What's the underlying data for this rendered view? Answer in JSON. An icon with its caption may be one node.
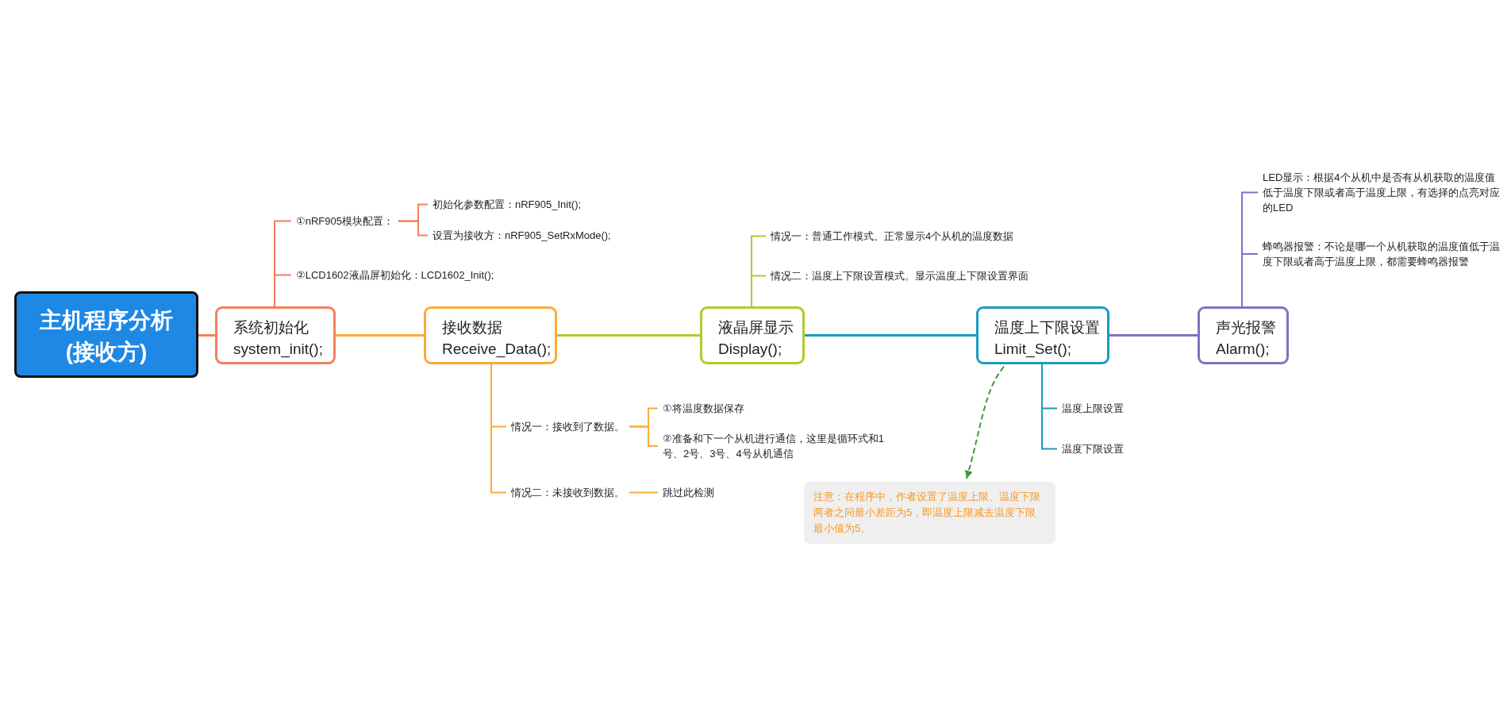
{
  "diagram": {
    "nodes": [
      {
        "text": [
          "主机程序分析(接收方)"
        ]
      },
      {
        "text": [
          "系统初始化",
          "system_init();"
        ]
      },
      {
        "text": [
          "接收数据",
          "Receive_Data();"
        ]
      },
      {
        "text": [
          "液晶屏显示",
          "Display();"
        ]
      },
      {
        "text": [
          "温度上下限设置",
          "Limit_Set();"
        ]
      },
      {
        "text": [
          "声光报警",
          "Alarm();"
        ]
      },
      {
        "text": [
          "①nRF905模块配置："
        ]
      },
      {
        "text": [
          "初始化参数配置：nRF905_Init();"
        ]
      },
      {
        "text": [
          "设置为接收方：nRF905_SetRxMode();"
        ]
      },
      {
        "text": [
          "②LCD1602液晶屏初始化：LCD1602_Init();"
        ]
      },
      {
        "text": [
          "情况一：接收到了数据。"
        ]
      },
      {
        "text": [
          "①将温度数据保存"
        ]
      },
      {
        "text": [
          "②准备和下一个从机进行通信，这里是循环式和1号、2号、3号、4号从机通信"
        ]
      },
      {
        "text": [
          "情况二：未接收到数据。"
        ]
      },
      {
        "text": [
          "跳过此检测"
        ]
      },
      {
        "text": [
          "情况一：普通工作模式。正常显示4个从机的温度数据"
        ]
      },
      {
        "text": [
          "情况二：温度上下限设置模式。显示温度上下限设置界面"
        ]
      },
      {
        "text": [
          "温度上限设置"
        ]
      },
      {
        "text": [
          "温度下限设置"
        ]
      },
      {
        "text": [
          "LED显示：根据4个从机中是否有从机获取的温度值低于温度下限或者高于温度上限，有选择的点亮对应的LED"
        ]
      },
      {
        "text": [
          "蜂鸣器报警：不论是哪一个从机获取的温度值低于温度下限或者高于温度上限，都需要蜂鸣器报警"
        ]
      },
      {
        "text": [
          "注意：在程序中，作者设置了温度上限、温度下限两者之间最小差距为5，即温度上限减去温度下限最小值为5。"
        ]
      }
    ],
    "edges": [
      {
        "from": 0,
        "to": 1,
        "arrow": "none",
        "color": "#f47f5b"
      },
      {
        "from": 1,
        "to": 2,
        "arrow": "none",
        "color": "#fbab3a"
      },
      {
        "from": 2,
        "to": 3,
        "arrow": "none",
        "color": "#b3c92c"
      },
      {
        "from": 3,
        "to": 4,
        "arrow": "none",
        "color": "#1b9cc0"
      },
      {
        "from": 4,
        "to": 5,
        "arrow": "none",
        "color": "#7c74c2"
      },
      {
        "from": 1,
        "to": 6,
        "arrow": "none",
        "color": "#f47f5b"
      },
      {
        "from": 1,
        "to": 9,
        "arrow": "none",
        "color": "#f47f5b"
      },
      {
        "from": 6,
        "to": 7,
        "arrow": "none",
        "color": "#f47f5b"
      },
      {
        "from": 6,
        "to": 8,
        "arrow": "none",
        "color": "#f47f5b"
      },
      {
        "from": 2,
        "to": 10,
        "arrow": "none",
        "color": "#fbab3a"
      },
      {
        "from": 2,
        "to": 13,
        "arrow": "none",
        "color": "#fbab3a"
      },
      {
        "from": 10,
        "to": 11,
        "arrow": "none",
        "color": "#fbab3a"
      },
      {
        "from": 10,
        "to": 12,
        "arrow": "none",
        "color": "#fbab3a"
      },
      {
        "from": 13,
        "to": 14,
        "arrow": "none",
        "color": "#fbab3a"
      },
      {
        "from": 3,
        "to": 15,
        "arrow": "none",
        "color": "#b3c92c"
      },
      {
        "from": 3,
        "to": 16,
        "arrow": "none",
        "color": "#b3c92c"
      },
      {
        "from": 4,
        "to": 17,
        "arrow": "none",
        "color": "#1b9cc0"
      },
      {
        "from": 4,
        "to": 18,
        "arrow": "none",
        "color": "#1b9cc0"
      },
      {
        "from": 5,
        "to": 19,
        "arrow": "none",
        "color": "#7c74c2"
      },
      {
        "from": 5,
        "to": 20,
        "arrow": "none",
        "color": "#7c74c2"
      },
      {
        "from": 4,
        "to": 21,
        "arrow": "to",
        "style": "dashed",
        "color": "#3d9a3d"
      }
    ]
  }
}
